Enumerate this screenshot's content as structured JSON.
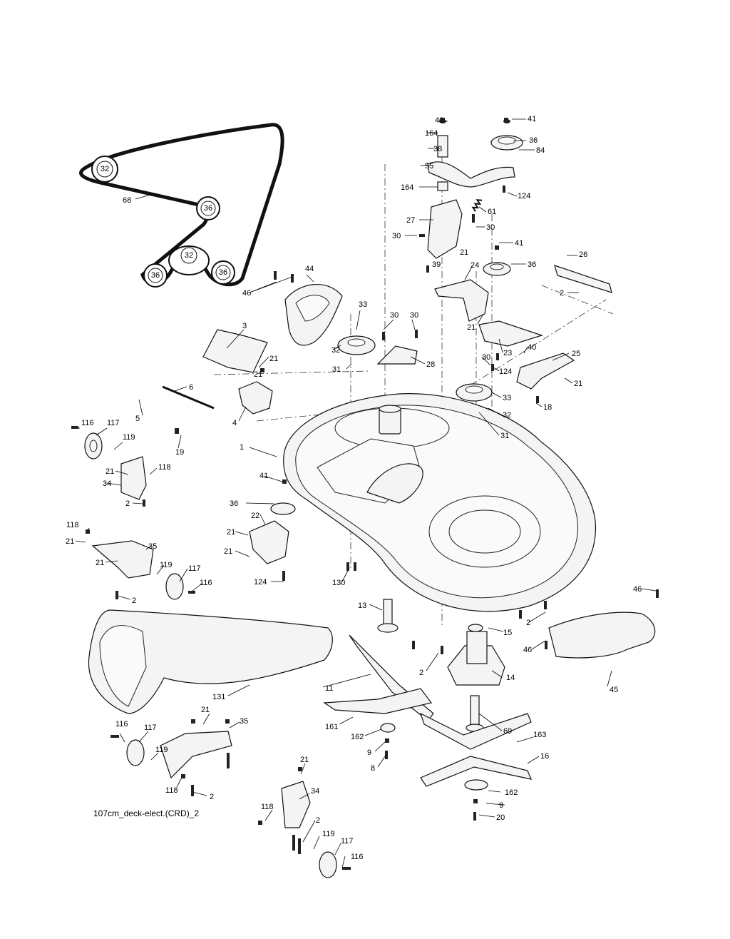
{
  "caption": "107cm_deck-elect.(CRD)_2",
  "belt": {
    "label": "68",
    "pulleys": [
      "32",
      "36",
      "32",
      "36",
      "36"
    ]
  },
  "callouts": [
    "40",
    "164",
    "38",
    "55",
    "164",
    "41",
    "36",
    "84",
    "124",
    "61",
    "27",
    "30",
    "30",
    "39",
    "21",
    "41",
    "36",
    "26",
    "2",
    "44",
    "46",
    "33",
    "30",
    "30",
    "3",
    "21",
    "21",
    "32",
    "31",
    "28",
    "24",
    "21",
    "23",
    "40",
    "25",
    "21",
    "30",
    "124",
    "33",
    "32",
    "18",
    "31",
    "6",
    "5",
    "4",
    "19",
    "116",
    "117",
    "119",
    "21",
    "118",
    "34",
    "2",
    "1",
    "41",
    "36",
    "22",
    "21",
    "21",
    "124",
    "130",
    "118",
    "21",
    "21",
    "35",
    "119",
    "117",
    "116",
    "2",
    "46",
    "13",
    "15",
    "2",
    "2",
    "46",
    "45",
    "14",
    "11",
    "131",
    "69",
    "163",
    "161",
    "162",
    "9",
    "8",
    "16",
    "21",
    "35",
    "116",
    "117",
    "119",
    "118",
    "2",
    "21",
    "34",
    "118",
    "2",
    "119",
    "117",
    "116",
    "162",
    "9",
    "20"
  ]
}
